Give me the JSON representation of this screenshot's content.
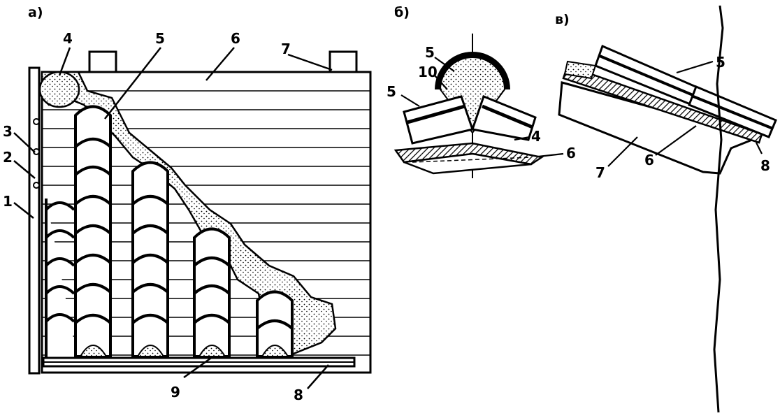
{
  "panels": {
    "a": {
      "title": "а)",
      "labels": {
        "l1": "1",
        "l2": "2",
        "l3": "3",
        "l4": "4",
        "l5": "5",
        "l6": "6",
        "l7": "7",
        "l8": "8",
        "l9": "9"
      }
    },
    "b": {
      "title": "б)",
      "labels": {
        "l5a": "5",
        "l10": "10",
        "l5b": "5",
        "l4": "4",
        "l6": "6"
      }
    },
    "c": {
      "title": "в)",
      "labels": {
        "l5": "5",
        "l7": "7",
        "l6": "6",
        "l8": "8"
      }
    }
  },
  "colors": {
    "ink": "#000000",
    "paper": "#ffffff"
  }
}
